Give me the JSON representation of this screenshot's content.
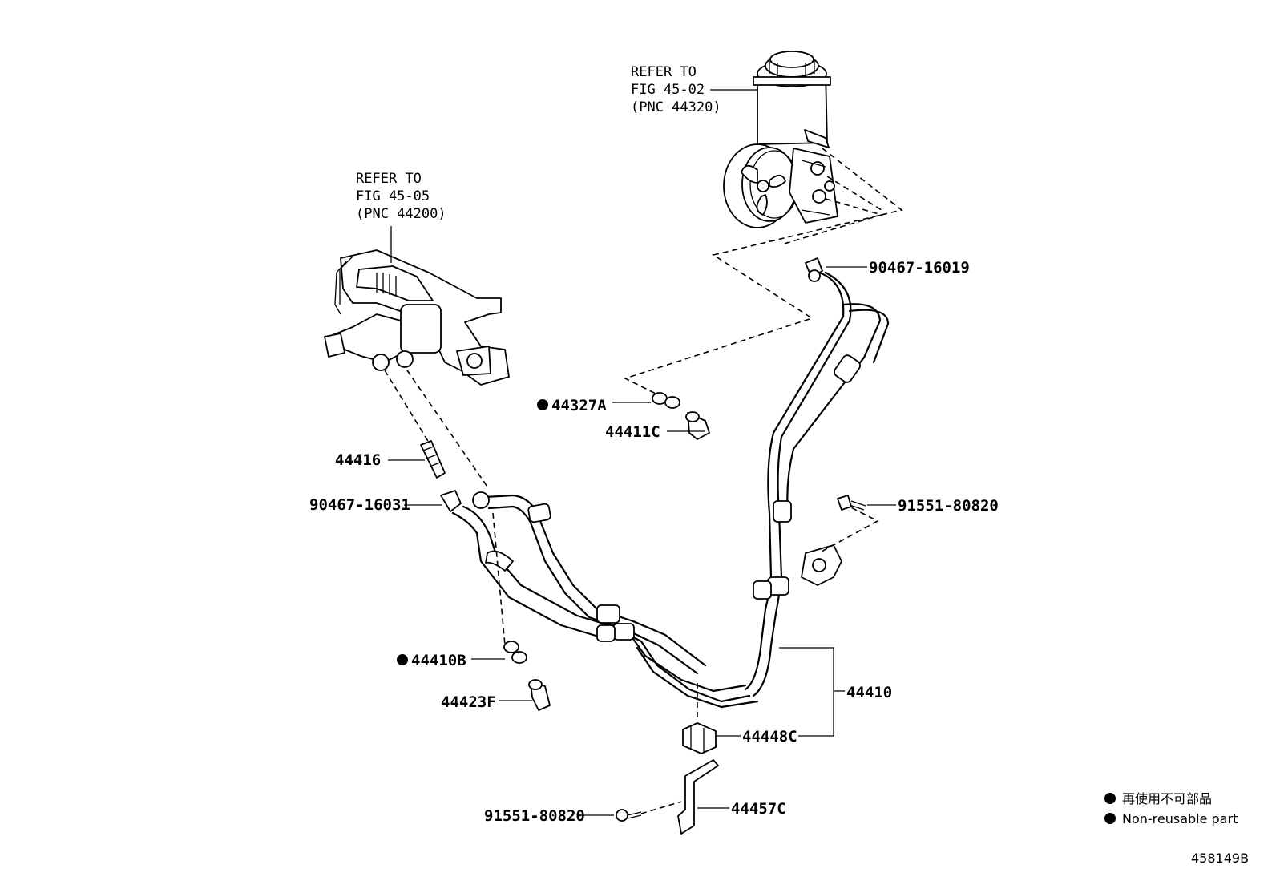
{
  "callouts": {
    "pump_ref": [
      "REFER TO",
      "FIG 45-02",
      "(PNC 44320)"
    ],
    "gear_ref": [
      "REFER TO",
      "FIG 45-05",
      "(PNC 44200)"
    ]
  },
  "parts": {
    "p90467_16019": "90467-16019",
    "p44327a": "44327A",
    "p44411c": "44411C",
    "p44416": "44416",
    "p90467_16031": "90467-16031",
    "p91551_80820_right": "91551-80820",
    "p44410b": "44410B",
    "p44423f": "44423F",
    "p44410": "44410",
    "p44448c": "44448C",
    "p91551_80820_bottom": "91551-80820",
    "p44457c": "44457C"
  },
  "legend": {
    "line1": "再使用不可部品",
    "line2": "Non-reusable part"
  },
  "figure_number": "458149B"
}
